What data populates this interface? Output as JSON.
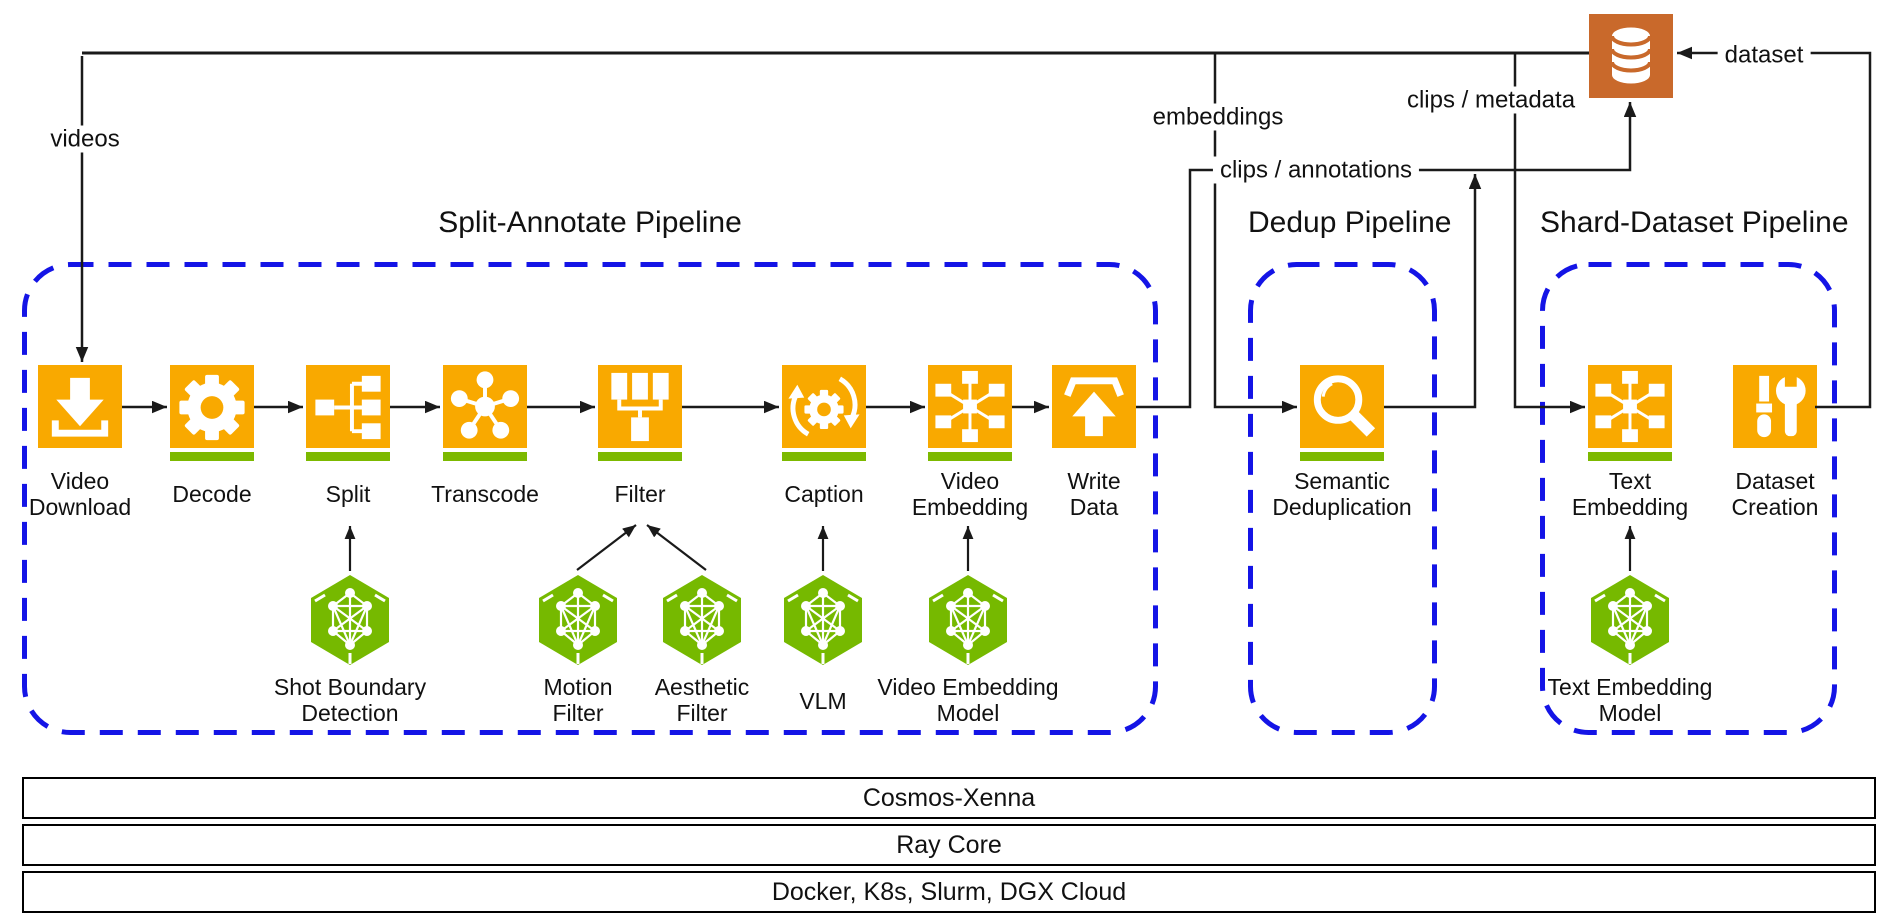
{
  "diagram": {
    "colors": {
      "icon_orange": "#F9A900",
      "db_orange": "#C9692B",
      "bar_green": "#7CB900",
      "hex_green": "#76B900",
      "box_blue": "#1414E6",
      "line_black": "#1A1A1A"
    },
    "edge_labels": {
      "videos": "videos",
      "embeddings": "embeddings",
      "clips_metadata": "clips / metadata",
      "clips_annotations": "clips / annotations",
      "dataset": "dataset"
    },
    "pipelines": [
      {
        "id": "split",
        "title": "Split-Annotate Pipeline"
      },
      {
        "id": "dedup",
        "title": "Dedup Pipeline"
      },
      {
        "id": "shard",
        "title": "Shard-Dataset Pipeline"
      }
    ],
    "nodes": [
      {
        "id": "video-download",
        "icon": "download",
        "label": [
          "Video",
          "Download"
        ],
        "bar": false
      },
      {
        "id": "decode",
        "icon": "gear",
        "label": [
          "Decode"
        ],
        "bar": true
      },
      {
        "id": "split",
        "icon": "split",
        "label": [
          "Split"
        ],
        "bar": true
      },
      {
        "id": "transcode",
        "icon": "hub",
        "label": [
          "Transcode"
        ],
        "bar": true
      },
      {
        "id": "filter",
        "icon": "funnel",
        "label": [
          "Filter"
        ],
        "bar": true
      },
      {
        "id": "caption",
        "icon": "gearcycle",
        "label": [
          "Caption"
        ],
        "bar": true
      },
      {
        "id": "video-embedding",
        "icon": "graph",
        "label": [
          "Video",
          "Embedding"
        ],
        "bar": true
      },
      {
        "id": "write-data",
        "icon": "upload",
        "label": [
          "Write",
          "Data"
        ],
        "bar": false
      },
      {
        "id": "semantic-dedup",
        "icon": "magnifier",
        "label": [
          "Semantic",
          "Deduplication"
        ],
        "bar": true
      },
      {
        "id": "text-embedding",
        "icon": "graph",
        "label": [
          "Text",
          "Embedding"
        ],
        "bar": true
      },
      {
        "id": "dataset-creation",
        "icon": "tools",
        "label": [
          "Dataset",
          "Creation"
        ],
        "bar": false
      }
    ],
    "models": [
      {
        "id": "shot-boundary-detection",
        "label": [
          "Shot Boundary",
          "Detection"
        ]
      },
      {
        "id": "motion-filter",
        "label": [
          "Motion",
          "Filter"
        ]
      },
      {
        "id": "aesthetic-filter",
        "label": [
          "Aesthetic",
          "Filter"
        ]
      },
      {
        "id": "vlm",
        "label": [
          "VLM"
        ]
      },
      {
        "id": "video-embedding-model",
        "label": [
          "Video Embedding",
          "Model"
        ]
      },
      {
        "id": "text-embedding-model",
        "label": [
          "Text Embedding",
          "Model"
        ]
      }
    ],
    "stack": [
      {
        "label": "Cosmos-Xenna"
      },
      {
        "label": "Ray Core"
      },
      {
        "label": "Docker, K8s, Slurm, DGX Cloud"
      }
    ]
  }
}
